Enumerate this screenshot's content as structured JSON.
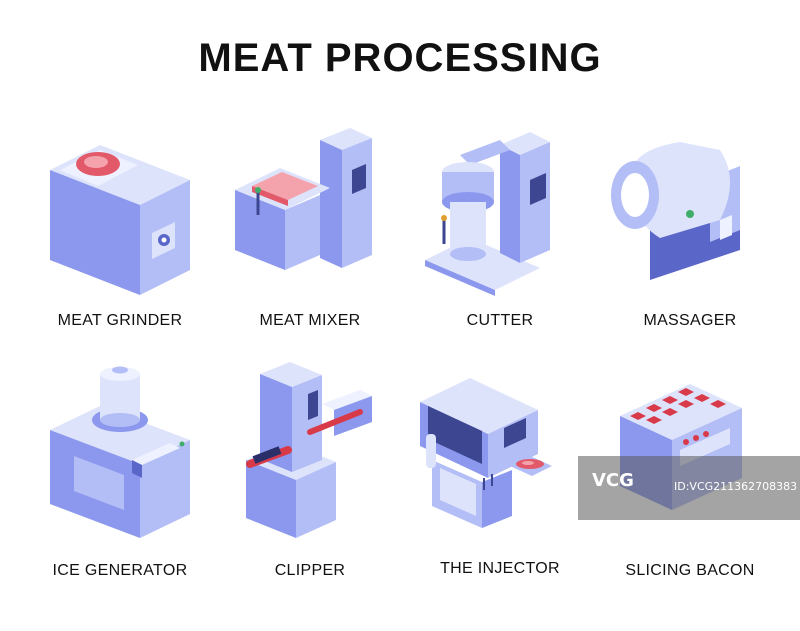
{
  "page": {
    "title": "MEAT PROCESSING"
  },
  "colors": {
    "top": "#dde3fb",
    "front": "#8b98ee",
    "side": "#b3bdf6",
    "dark": "#5a67c9",
    "meat": "#e25a6a",
    "meat_light": "#f4a3ad",
    "red": "#d93a4a"
  },
  "machines": [
    {
      "label": "MEAT GRINDER",
      "icon": "meat-grinder-icon"
    },
    {
      "label": "MEAT MIXER",
      "icon": "meat-mixer-icon"
    },
    {
      "label": "CUTTER",
      "icon": "cutter-icon"
    },
    {
      "label": "MASSAGER",
      "icon": "massager-icon"
    },
    {
      "label": "ICE GENERATOR",
      "icon": "ice-generator-icon"
    },
    {
      "label": "CLIPPER",
      "icon": "clipper-icon"
    },
    {
      "label": "THE INJECTOR",
      "icon": "injector-icon"
    },
    {
      "label": "SLICING BACON",
      "icon": "slicing-bacon-icon"
    }
  ],
  "watermark": {
    "logo": "VCG",
    "id": "ID:VCG211362708383"
  }
}
